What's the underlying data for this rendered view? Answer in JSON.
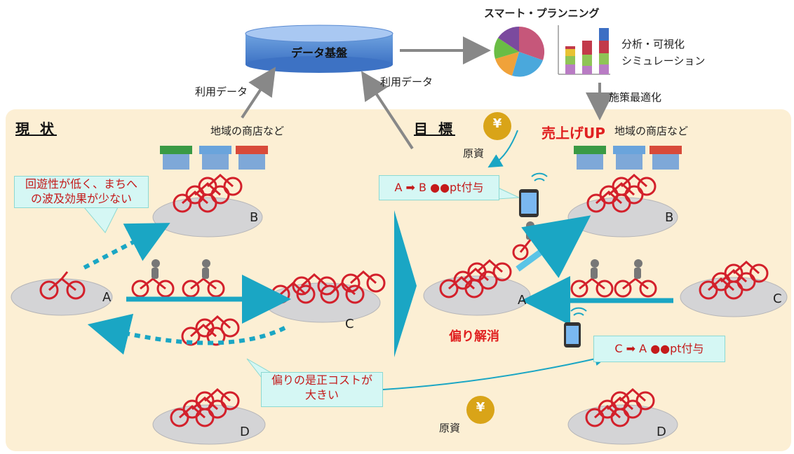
{
  "top": {
    "data_platform": "データ基盤",
    "smart_planning": "スマート・プランニング",
    "analysis_line1": "分析・可視化",
    "analysis_line2": "シミュレーション",
    "usage_data_left": "利用データ",
    "usage_data_right": "利用データ",
    "policy_optimization": "施策最適化"
  },
  "current": {
    "title": "現 状",
    "shops_label": "地域の商店など",
    "callout_circulation_line1": "回遊性が低く、まちへ",
    "callout_circulation_line2": "の波及効果が少ない",
    "callout_cost_line1": "偏りの是正コストが",
    "callout_cost_line2": "大きい",
    "port_a": "A",
    "port_b": "B",
    "port_c": "C",
    "port_d": "D"
  },
  "target": {
    "title": "目 標",
    "sales_up": "売上げUP",
    "shops_label": "地域の商店など",
    "funding_top": "原資",
    "funding_bottom": "原資",
    "yen_symbol_top": "¥",
    "yen_symbol_bottom": "¥",
    "reward_ab": "A ➡ B ●●pt付与",
    "reward_ca": "C ➡ A ●●pt付与",
    "imbalance_resolved": "偏り解消",
    "port_a": "A",
    "port_b": "B",
    "port_c": "C",
    "port_d": "D"
  },
  "colors": {
    "panel_bg": "#fcefd4",
    "teal": "#1aa6c4",
    "callout_bg": "#d5f7f4",
    "red_text": "#e02020",
    "bike_red": "#d3202b",
    "gray_arrow": "#888888",
    "coin": "#d9a418"
  }
}
